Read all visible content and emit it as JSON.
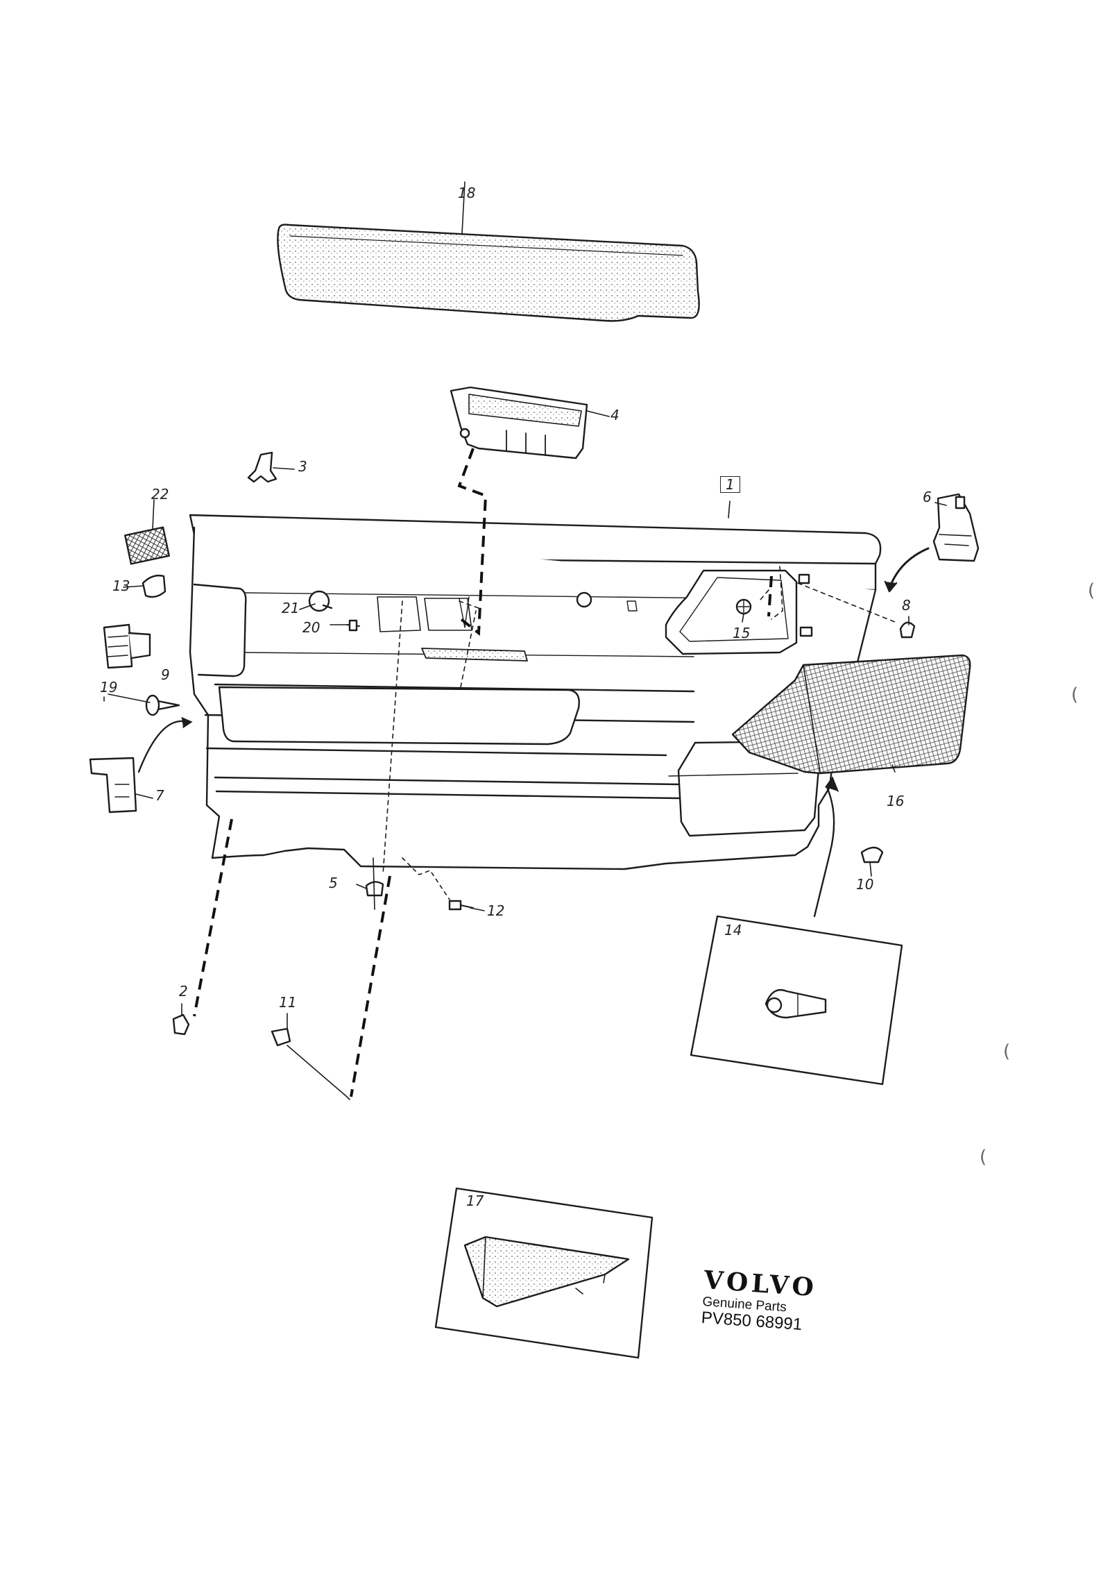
{
  "diagram": {
    "callouts": {
      "c1": "1",
      "c2": "2",
      "c3": "3",
      "c4": "4",
      "c5": "5",
      "c6": "6",
      "c7": "7",
      "c8": "8",
      "c9": "9",
      "c10": "10",
      "c11": "11",
      "c12": "12",
      "c13": "13",
      "c14": "14",
      "c15": "15",
      "c16": "16",
      "c17": "17",
      "c18": "18",
      "c19": "19",
      "c20": "20",
      "c21": "21",
      "c22": "22"
    },
    "brand": {
      "logo": "VOLVO",
      "subtitle": "Genuine Parts",
      "code": "PV850 68991"
    },
    "margin_marks": [
      "(",
      "(",
      "(",
      "("
    ]
  }
}
